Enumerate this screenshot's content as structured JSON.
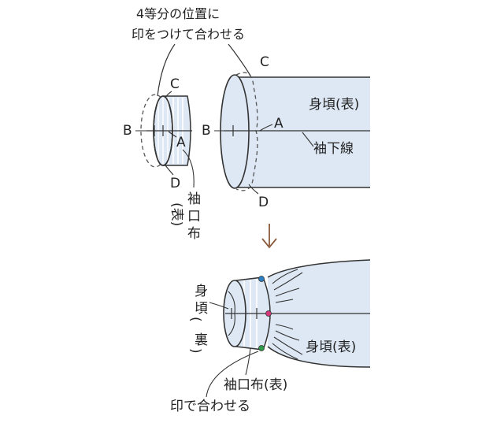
{
  "labels": {
    "top_note_line1": "4等分の位置に",
    "top_note_line2": "印をつけて合わせる",
    "letter_a": "A",
    "letter_b": "B",
    "letter_c": "C",
    "letter_d": "D",
    "body_front": "身頃(表)",
    "sleeve_underline": "袖下線",
    "cuff_front_vertical": [
      "袖",
      "口",
      "布"
    ],
    "cuff_front_paren": "(表)",
    "body_back_vertical": [
      "身",
      "頃",
      "(",
      "裏",
      ")"
    ],
    "body_front_bottom": "身頃(表)",
    "cuff_front_bottom": "袖口布(表)",
    "align_marks": "印で合わせる"
  },
  "colors": {
    "fabric_fill": "#dde8f4",
    "stripe": "#ffffff",
    "outline": "#333333",
    "dashed": "#555555",
    "arrow": "#8a5a3a",
    "pin_blue": "#2c7fc4",
    "pin_magenta": "#d4387a",
    "pin_green": "#2e9a4a"
  },
  "icons": {
    "down_arrow": "down-arrow-icon"
  }
}
